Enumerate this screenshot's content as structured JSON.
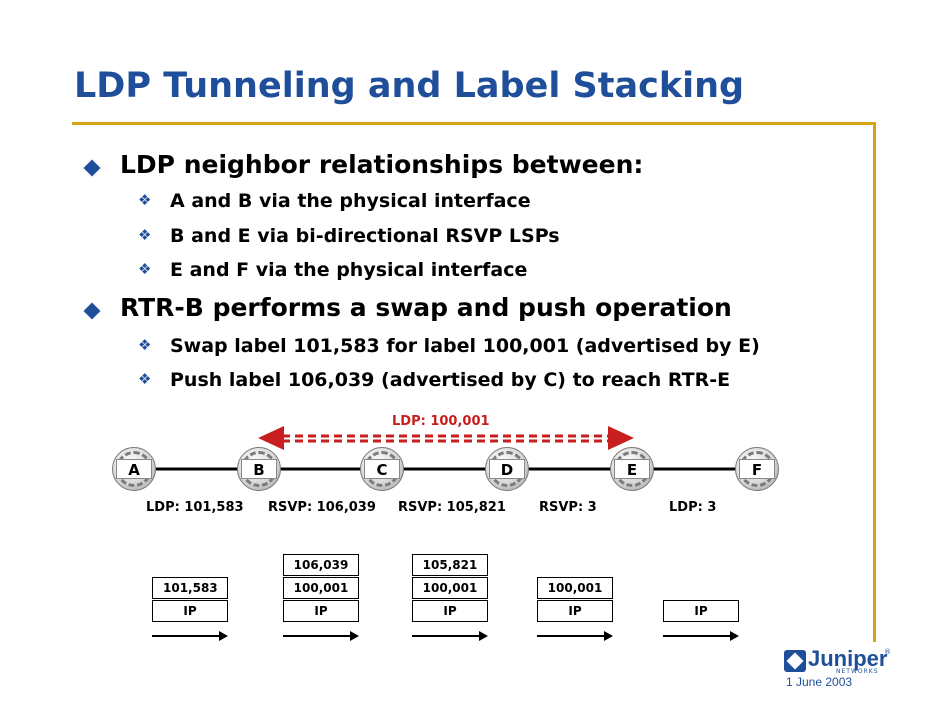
{
  "slide": {
    "title": "LDP Tunneling and Label Stacking",
    "bullets": [
      {
        "text": "LDP neighbor relationships between:",
        "sub": [
          "A and B via the physical interface",
          "B and E via bi-directional RSVP LSPs",
          "E and F via the physical interface"
        ]
      },
      {
        "text": "RTR-B performs a swap and push operation",
        "sub": [
          "Swap label 101,583 for label 100,001 (advertised by E)",
          "Push label 106,039 (advertised by C) to reach RTR-E"
        ]
      }
    ]
  },
  "diagram": {
    "routers": [
      "A",
      "B",
      "C",
      "D",
      "E",
      "F"
    ],
    "tunnel_label": "LDP: 100,001",
    "segment_labels": [
      "LDP: 101,583",
      "RSVP: 106,039",
      "RSVP: 105,821",
      "RSVP: 3",
      "LDP: 3"
    ],
    "stacks": [
      [
        "101,583",
        "IP"
      ],
      [
        "106,039",
        "100,001",
        "IP"
      ],
      [
        "105,821",
        "100,001",
        "IP"
      ],
      [
        "100,001",
        "IP"
      ],
      [
        "IP"
      ]
    ],
    "colors": {
      "title": "#1f4f9a",
      "accent_rule": "#d7a415",
      "tunnel": "#c81e1e",
      "bullet": "#1f4f9a"
    }
  },
  "footer": {
    "logo_text": "Juniper",
    "logo_subtext": "NETWORKS",
    "logo_mark": "®",
    "date": "1 June 2003"
  }
}
